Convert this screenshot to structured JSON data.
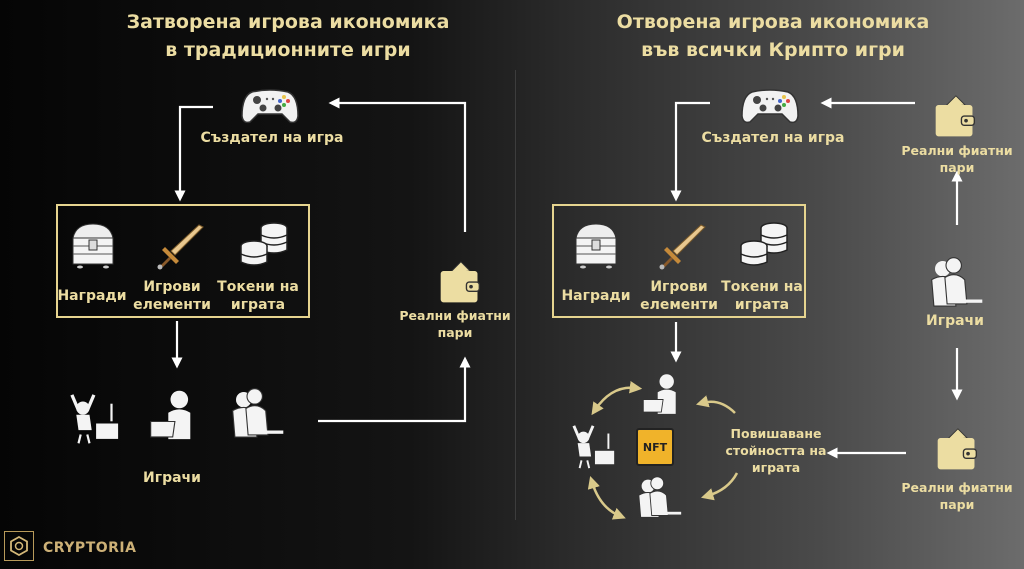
{
  "left": {
    "title_line1": "Затворена игрова икономика",
    "title_line2": "в традиционните игри",
    "creator_label": "Създател на игра",
    "items": [
      {
        "icon": "treasure-chest-icon",
        "label_line1": "Награди",
        "label_line2": ""
      },
      {
        "icon": "sword-icon",
        "label_line1": "Игрови",
        "label_line2": "елементи"
      },
      {
        "icon": "coins-icon",
        "label_line1": "Токени на",
        "label_line2": "играта"
      }
    ],
    "players_label": "Играчи",
    "fiat_line1": "Реални фиатни",
    "fiat_line2": "пари"
  },
  "right": {
    "title_line1": "Отворена игрова икономика",
    "title_line2": "във всички Крипто игри",
    "creator_label": "Създател на игра",
    "items": [
      {
        "icon": "treasure-chest-icon",
        "label_line1": "Награди",
        "label_line2": ""
      },
      {
        "icon": "sword-icon",
        "label_line1": "Игрови",
        "label_line2": "елементи"
      },
      {
        "icon": "coins-icon",
        "label_line1": "Токени на",
        "label_line2": "играта"
      }
    ],
    "players_label": "Играчи",
    "fiat_top_line1": "Реални фиатни",
    "fiat_top_line2": "пари",
    "fiat_bottom_line1": "Реални фиатни",
    "fiat_bottom_line2": "пари",
    "value_line1": "Повишаване",
    "value_line2": "стойността на",
    "value_line3": "играта",
    "nft_label": "NFT"
  },
  "logo": {
    "text": "CRYPTORIA"
  },
  "colors": {
    "accent": "#ecdda2",
    "box_border": "#e6d48f",
    "arrow": "#ffffff",
    "cycle_arrow": "#d9c98a"
  }
}
